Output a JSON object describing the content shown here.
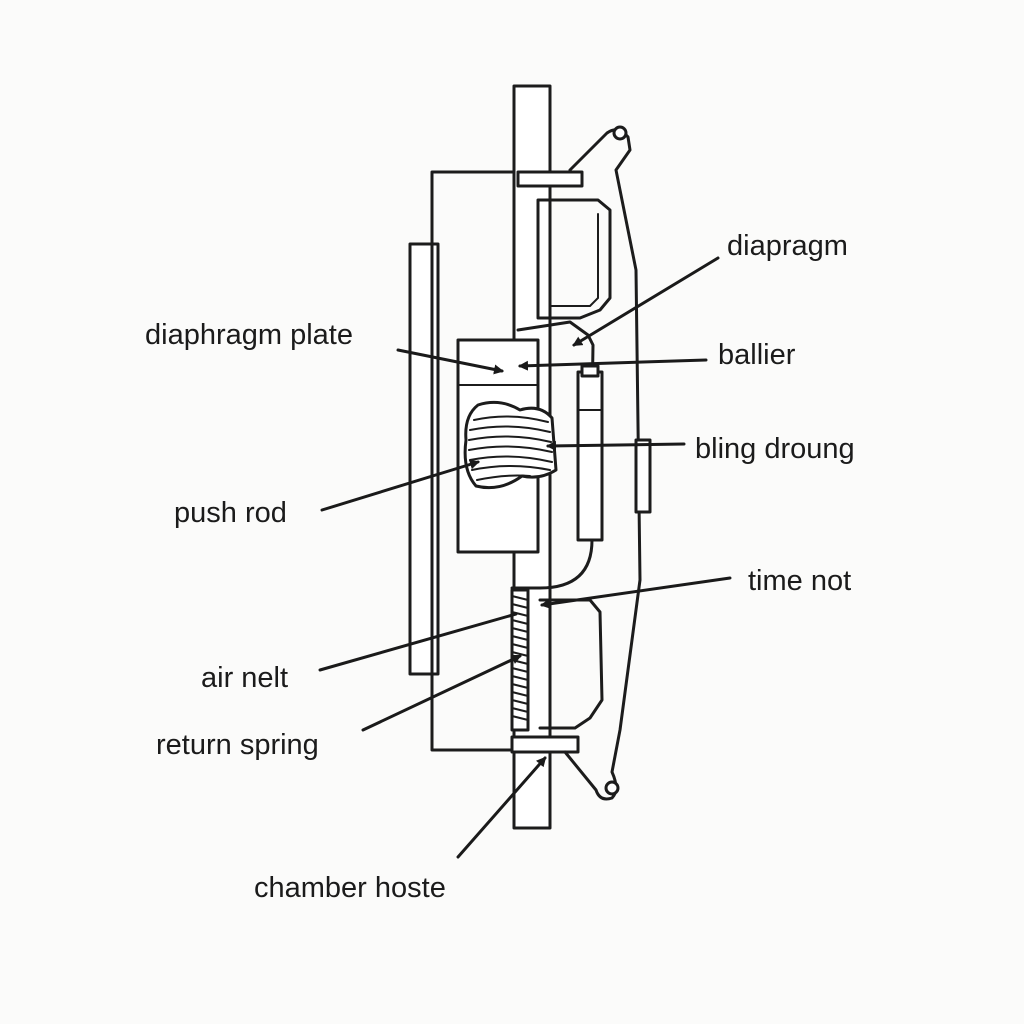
{
  "diagram": {
    "labels": {
      "diaphragm_plate": "diaphragm plate",
      "push_rod": "push rod",
      "air_inlet": "air nelt",
      "return_spring": "return spring",
      "chamber_hose": "chamber hoste",
      "diaphragm": "diapragm",
      "ballier": "ballier",
      "bling_droung": "bling droung",
      "time_not": "time not"
    },
    "colors": {
      "ink": "#1c1c1c",
      "paper": "#fbfbfa"
    }
  }
}
